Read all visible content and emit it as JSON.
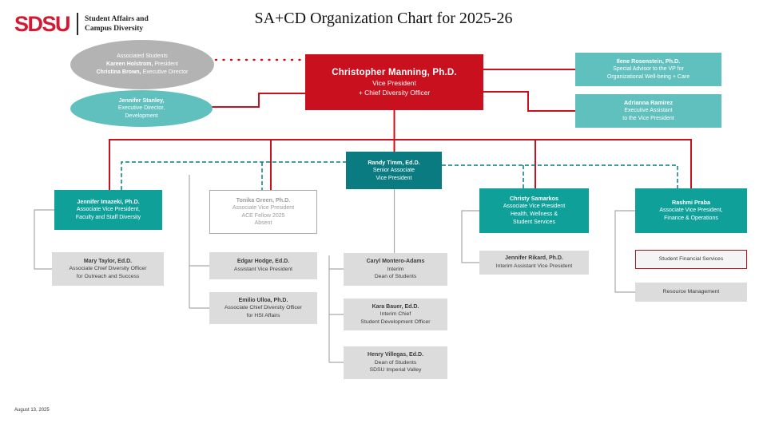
{
  "header": {
    "logo": {
      "wordmark": "SDSU",
      "dept_line1": "Student Affairs and",
      "dept_line2": "Campus Diversity"
    },
    "title": "SA+CD Organization Chart for 2025-26"
  },
  "footer": {
    "date": "August 13, 2025"
  },
  "colors": {
    "brand_red": "#C8101E",
    "teal_light": "#5FC0BE",
    "teal_medium": "#10A09A",
    "teal_dark": "#0A7B80",
    "gray_box": "#DCDCDC",
    "gray_ellipse": "#B3B3B3"
  },
  "nodes": {
    "associated_students": {
      "org": "Associated Students",
      "person1_name": "Kareen Holstrom,",
      "person1_role": "President",
      "person2_name": "Christina Brown,",
      "person2_role": "Executive Director"
    },
    "jennifer_stanley": {
      "name": "Jennifer Stanley,",
      "line1": "Executive Director,",
      "line2": "Development"
    },
    "christopher_manning": {
      "name": "Christopher Manning, Ph.D.",
      "line1": "Vice President",
      "line2": "+ Chief Diversity Officer"
    },
    "ilene_rosenstein": {
      "name": "Ilene Rosenstein, Ph.D.",
      "line1": "Special Advisor to the VP for",
      "line2": "Organizational Well-being + Care"
    },
    "adrianna_ramirez": {
      "name": "Adrianna Ramirez",
      "line1": "Executive Assistant",
      "line2": "to the Vice President"
    },
    "randy_timm": {
      "name": "Randy Timm, Ed.D.",
      "line1": "Senior Associate",
      "line2": "Vice President"
    },
    "jennifer_imazeki": {
      "name": "Jennifer Imazeki, Ph.D.",
      "line1": "Associate Vice President,",
      "line2": "Faculty and Staff Diversity"
    },
    "tonika_green": {
      "name": "Tonika Green, Ph.D.",
      "line1": "Associate Vice President",
      "line2": "ACE Fellow 2025",
      "line3": "Absent"
    },
    "christy_samarkos": {
      "name": "Christy Samarkos",
      "line1": "Associate Vice President",
      "line2": "Health, Wellness &",
      "line3": "Student Services"
    },
    "rashmi_praba": {
      "name": "Rashmi Praba",
      "line1": "Associate Vice President,",
      "line2": "Finance & Operations"
    },
    "mary_taylor": {
      "name": "Mary Taylor, Ed.D.",
      "line1": "Associate Chief Diversity Officer",
      "line2": "for Outreach and  Success"
    },
    "edgar_hodge": {
      "name": "Edgar Hodge, Ed.D.",
      "line1": "Assistant Vice President"
    },
    "emilio_ulloa": {
      "name": "Emilio Ulloa, Ph.D.",
      "line1": "Associate Chief Diversity Officer",
      "line2": "for HSI Affairs"
    },
    "caryl_montero_adams": {
      "name": "Caryl Montero-Adams",
      "line1": "Interim",
      "line2": "Dean of Students"
    },
    "kara_bauer": {
      "name": "Kara Bauer, Ed.D.",
      "line1": "Interim Chief",
      "line2": "Student Development Officer"
    },
    "henry_villegas": {
      "name": "Henry Villegas, Ed.D.",
      "line1": "Dean of Students",
      "line2": "SDSU Imperial Valley"
    },
    "jennifer_rikard": {
      "name": "Jennifer Rikard, Ph.D.",
      "line1": "Interim Assistant Vice President"
    },
    "student_financial_services": {
      "label": "Student Financial Services"
    },
    "resource_management": {
      "label": "Resource Management"
    }
  }
}
